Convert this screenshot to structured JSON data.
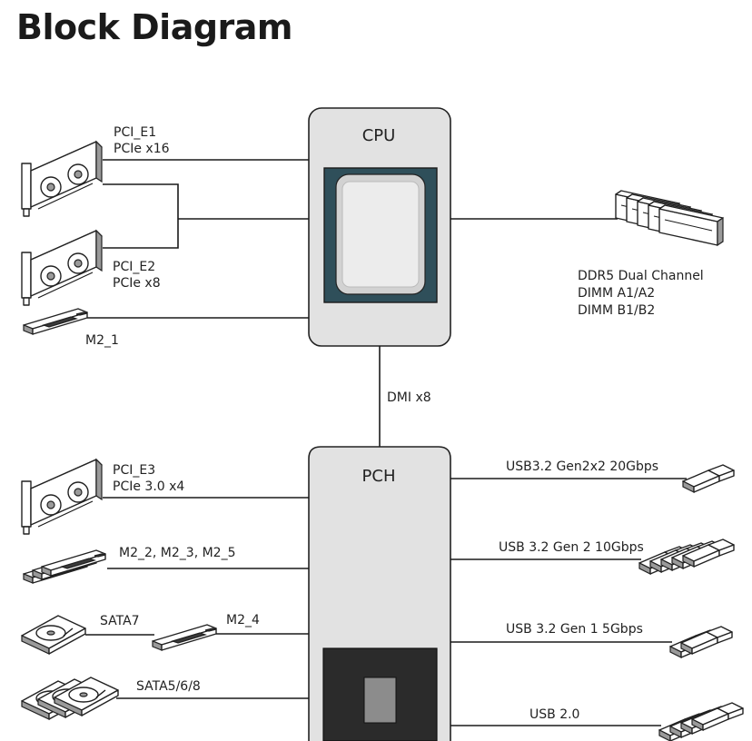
{
  "title": "Block Diagram",
  "cpu": {
    "label": "CPU"
  },
  "pch": {
    "label": "PCH"
  },
  "dmi": {
    "label": "DMI x8"
  },
  "memory": {
    "line1": "DDR5  Dual Channel",
    "line2": "DIMM A1/A2",
    "line3": "DIMM B1/B2"
  },
  "cpu_left": {
    "pcie1": {
      "line1": "PCI_E1",
      "line2": "PCIe x16"
    },
    "pcie2": {
      "line1": "PCI_E2",
      "line2": "PCIe x8"
    },
    "m2_1": {
      "label": "M2_1"
    }
  },
  "pch_left": {
    "pcie3": {
      "line1": "PCI_E3",
      "line2": "PCIe 3.0 x4"
    },
    "m2_group": {
      "label": "M2_2, M2_3, M2_5"
    },
    "sata7": {
      "label": "SATA7"
    },
    "m2_4": {
      "label": "M2_4"
    },
    "sata568": {
      "label": "SATA5/6/8"
    }
  },
  "pch_right": {
    "usb_20g": {
      "label": "USB3.2 Gen2x2 20Gbps"
    },
    "usb_10g": {
      "label": "USB 3.2 Gen 2 10Gbps"
    },
    "usb_5g": {
      "label": "USB 3.2 Gen 1 5Gbps"
    },
    "usb_2": {
      "label": "USB 2.0"
    }
  },
  "icons": [
    "graphics-card-icon",
    "m2-ssd-icon",
    "ram-module-icon",
    "usb-drive-icon",
    "hard-drive-icon",
    "cpu-chip-icon",
    "pch-chip-icon"
  ]
}
